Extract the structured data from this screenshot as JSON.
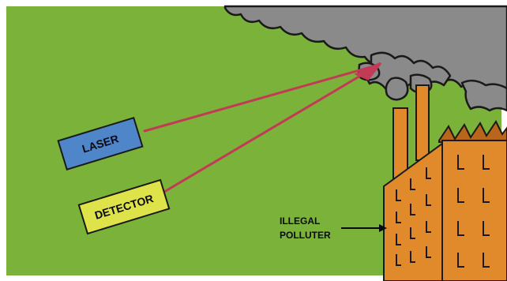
{
  "colors": {
    "sky": "#7bb23a",
    "smoke": "#8a8a8a",
    "smoke_outline": "#1a1a1a",
    "laser_box": "#4f86c9",
    "detector_box": "#dfe34a",
    "beam": "#c23a55",
    "factory": "#e08a2c",
    "factory_shadow": "#b9651c",
    "ink": "#0a0a14"
  },
  "laser": {
    "label": "LASER"
  },
  "detector": {
    "label": "DETECTOR"
  },
  "polluter": {
    "line1": "ILLEGAL",
    "line2": "POLLUTER"
  }
}
